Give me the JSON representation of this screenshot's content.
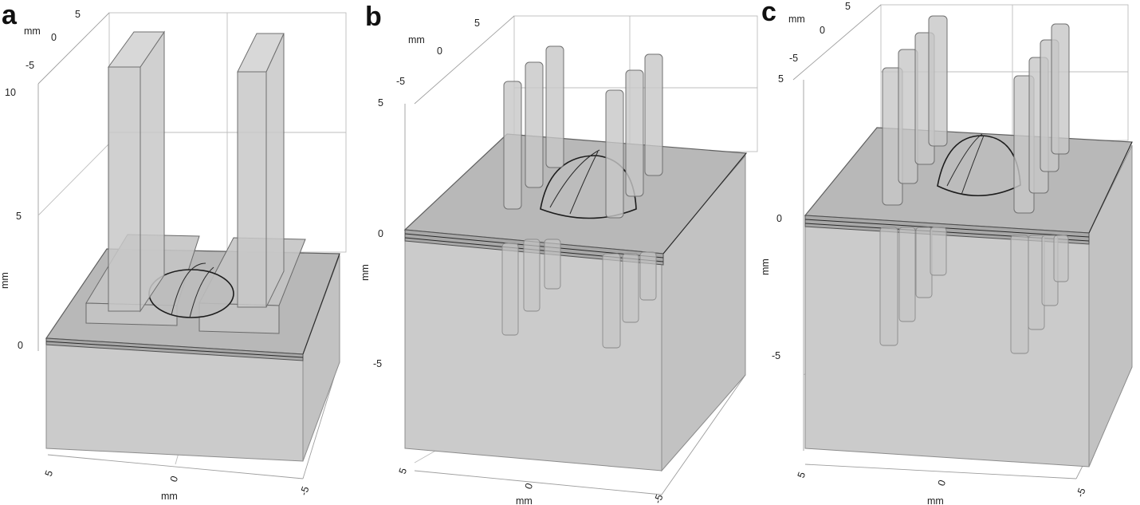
{
  "panels": [
    {
      "letter": "a",
      "axis_unit": "mm",
      "vertical_axis_label": "mm",
      "bottom_axis_label": "mm",
      "top_ticks": [
        "5",
        "0",
        "-5"
      ],
      "vertical_ticks": [
        "10",
        "5",
        "0"
      ],
      "bottom_ticks": [
        "5",
        "0",
        "-5"
      ]
    },
    {
      "letter": "b",
      "axis_unit": "mm",
      "vertical_axis_label": "mm",
      "bottom_axis_label": "mm",
      "top_ticks": [
        "5",
        "0",
        "-5"
      ],
      "vertical_ticks": [
        "5",
        "0",
        "-5"
      ],
      "bottom_ticks": [
        "5",
        "0",
        "-5"
      ]
    },
    {
      "letter": "c",
      "axis_unit": "mm",
      "vertical_axis_label": "mm",
      "bottom_axis_label": "mm",
      "top_ticks": [
        "5",
        "0",
        "-5"
      ],
      "vertical_ticks": [
        "5",
        "0",
        "-5"
      ],
      "bottom_ticks": [
        "5",
        "0",
        "-5"
      ]
    }
  ]
}
